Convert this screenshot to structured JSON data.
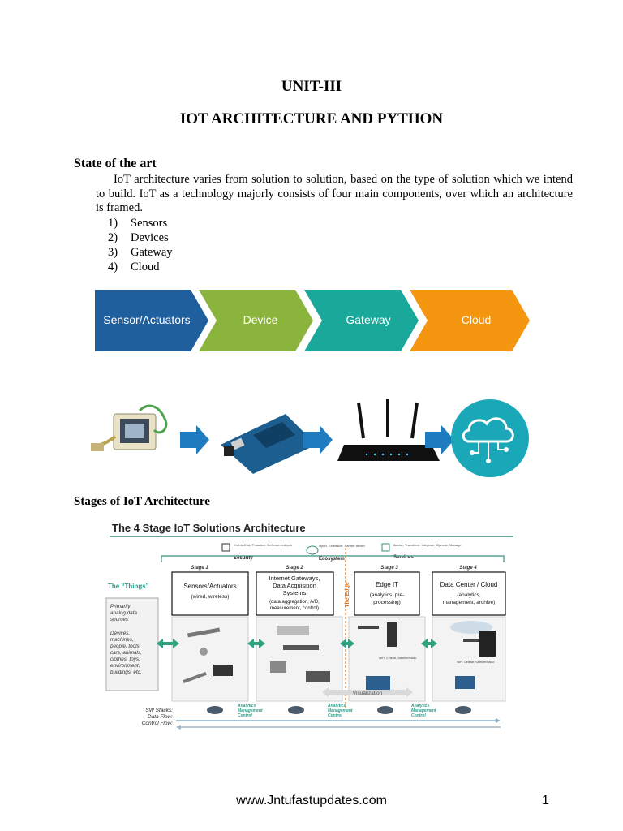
{
  "doc": {
    "unit": "UNIT-III",
    "title": "IOT ARCHITECTURE AND PYTHON",
    "section_heading": "State of the art",
    "paragraph": "IoT architecture varies from solution to solution, based on the type of solution which we intend to build. IoT as a technology majorly consists of four main components, over which an architecture is framed.",
    "components": [
      {
        "num": "1)",
        "label": "Sensors"
      },
      {
        "num": "2)",
        "label": "Devices"
      },
      {
        "num": "3)",
        "label": "Gateway"
      },
      {
        "num": "4)",
        "label": "Cloud"
      }
    ],
    "stages_heading": "Stages of IoT Architecture"
  },
  "flow": {
    "steps": [
      "Sensor/Actuators",
      "Device",
      "Gateway",
      "Cloud"
    ],
    "colors": [
      "#1f5f9e",
      "#8ab43c",
      "#1aa89a",
      "#f4960f"
    ]
  },
  "diagram": {
    "title": "The 4 Stage IoT Solutions Architecture",
    "security_label": "Security",
    "security_sub": "End-to-End, Proactive, Defense-in-depth",
    "ecosystem_label": "Ecosystem",
    "ecosystem_sub": "Open, Extensive, Partner driven",
    "services_label": "Services",
    "services_sub": "Advise, Transform, Integrate, Operate, Manage",
    "things_title": "The “Things”",
    "things_lines": [
      "Primarily",
      "analog data",
      "sources",
      "",
      "Devices,",
      "machines,",
      "people, tools,",
      "cars, animals,",
      "clothes, toys,",
      "environment,",
      "buildings, etc."
    ],
    "edge_label": "The Edge",
    "stages": [
      {
        "stage": "Stage 1",
        "title": [
          "Sensors/Actuators"
        ],
        "sub": [
          "(wired, wireless)"
        ]
      },
      {
        "stage": "Stage 2",
        "title": [
          "Internet Gateways,",
          "Data Acquisition",
          "Systems"
        ],
        "sub": [
          "(data aggregation, A/D,",
          "measurement, control)"
        ]
      },
      {
        "stage": "Stage 3",
        "title": [
          "Edge IT"
        ],
        "sub": [
          "(analytics, pre-",
          "processing)"
        ]
      },
      {
        "stage": "Stage 4",
        "title": [
          "Data Center / Cloud"
        ],
        "sub": [
          "(analytics,",
          "management, archive)"
        ]
      }
    ],
    "visualization": "Visualization",
    "wifi_label": "WiFi, Cellular, Satellite/Radio",
    "bottom_labels": [
      "SW Stacks:",
      "Data Flow:",
      "Control Flow:"
    ],
    "amc_lines": [
      "Analytics",
      "Management",
      "Control"
    ]
  },
  "footer": {
    "url": "www.Jntufastupdates.com",
    "page": "1"
  }
}
